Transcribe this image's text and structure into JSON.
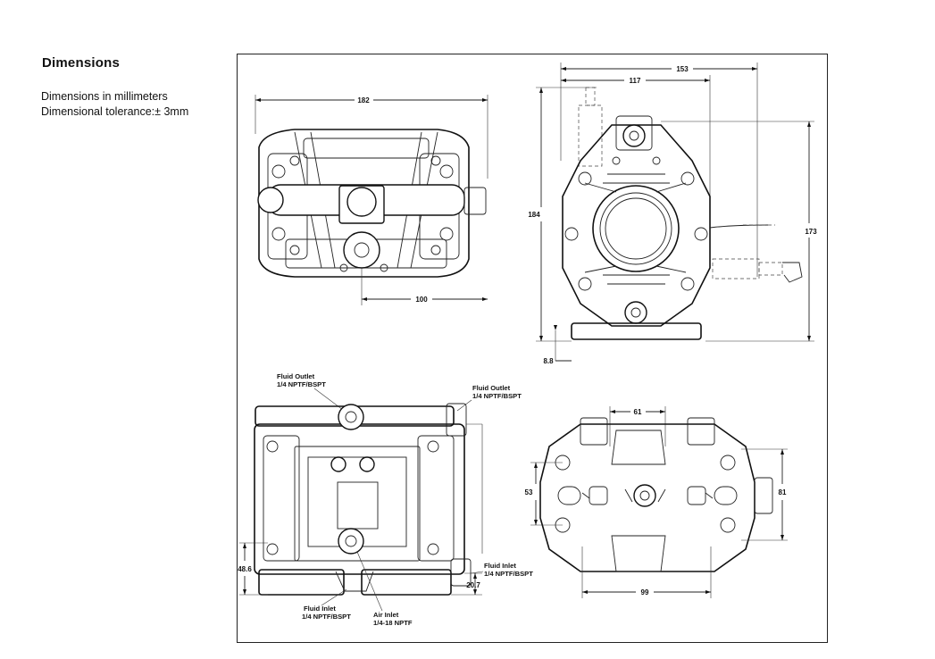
{
  "header": {
    "title": "Dimensions",
    "line1": "Dimensions in millimeters",
    "line2": "Dimensional tolerance:± 3mm"
  },
  "top_view": {
    "width": "182",
    "offset": "100"
  },
  "side_view": {
    "overall_width": "153",
    "width_117": "117",
    "height_184": "184",
    "height_173": "173",
    "base": "8.8"
  },
  "front_view": {
    "outlet_top_1": "Fluid Outlet",
    "outlet_top_2": "1/4 NPTF/BSPT",
    "outlet_side_1": "Fluid Outlet",
    "outlet_side_2": "1/4 NPTF/BSPT",
    "inlet_side_1": "Fluid Inlet",
    "inlet_side_2": "1/4 NPTF/BSPT",
    "inlet_bottom_1": "Fluid Inlet",
    "inlet_bottom_2": "1/4 NPTF/BSPT",
    "air_1": "Air Inlet",
    "air_2": "1/4-18 NPTF",
    "height_48": "48.6",
    "height_20": "20.7"
  },
  "bottom_view": {
    "w61": "61",
    "h53": "53",
    "h81": "81",
    "w99": "99"
  }
}
